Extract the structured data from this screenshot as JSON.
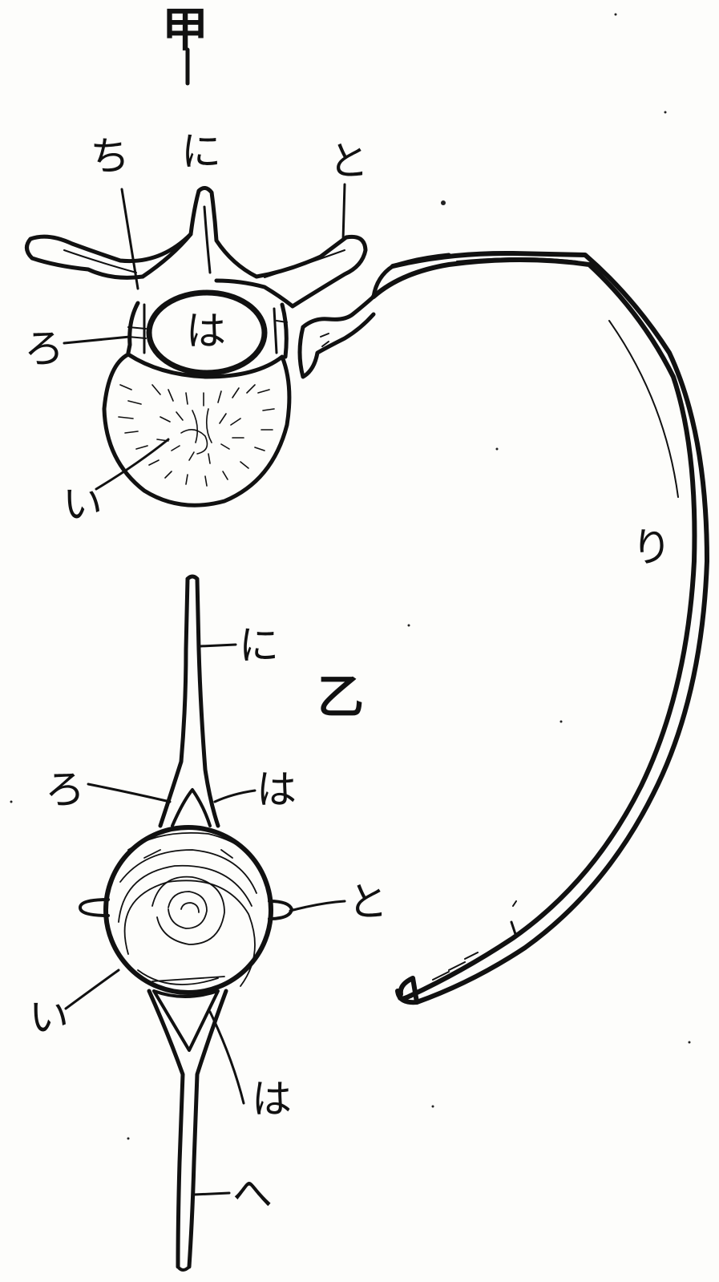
{
  "figures": {
    "upper": {
      "title": "甲",
      "labels": {
        "ni": "に",
        "chi": "ち",
        "to": "と",
        "ro": "ろ",
        "ha": "は",
        "i": "い",
        "ri": "り"
      }
    },
    "lower": {
      "title": "乙",
      "labels": {
        "ni": "に",
        "ro": "ろ",
        "ha_top": "は",
        "to": "と",
        "i": "い",
        "ha_bottom": "は",
        "he": "へ"
      }
    }
  }
}
